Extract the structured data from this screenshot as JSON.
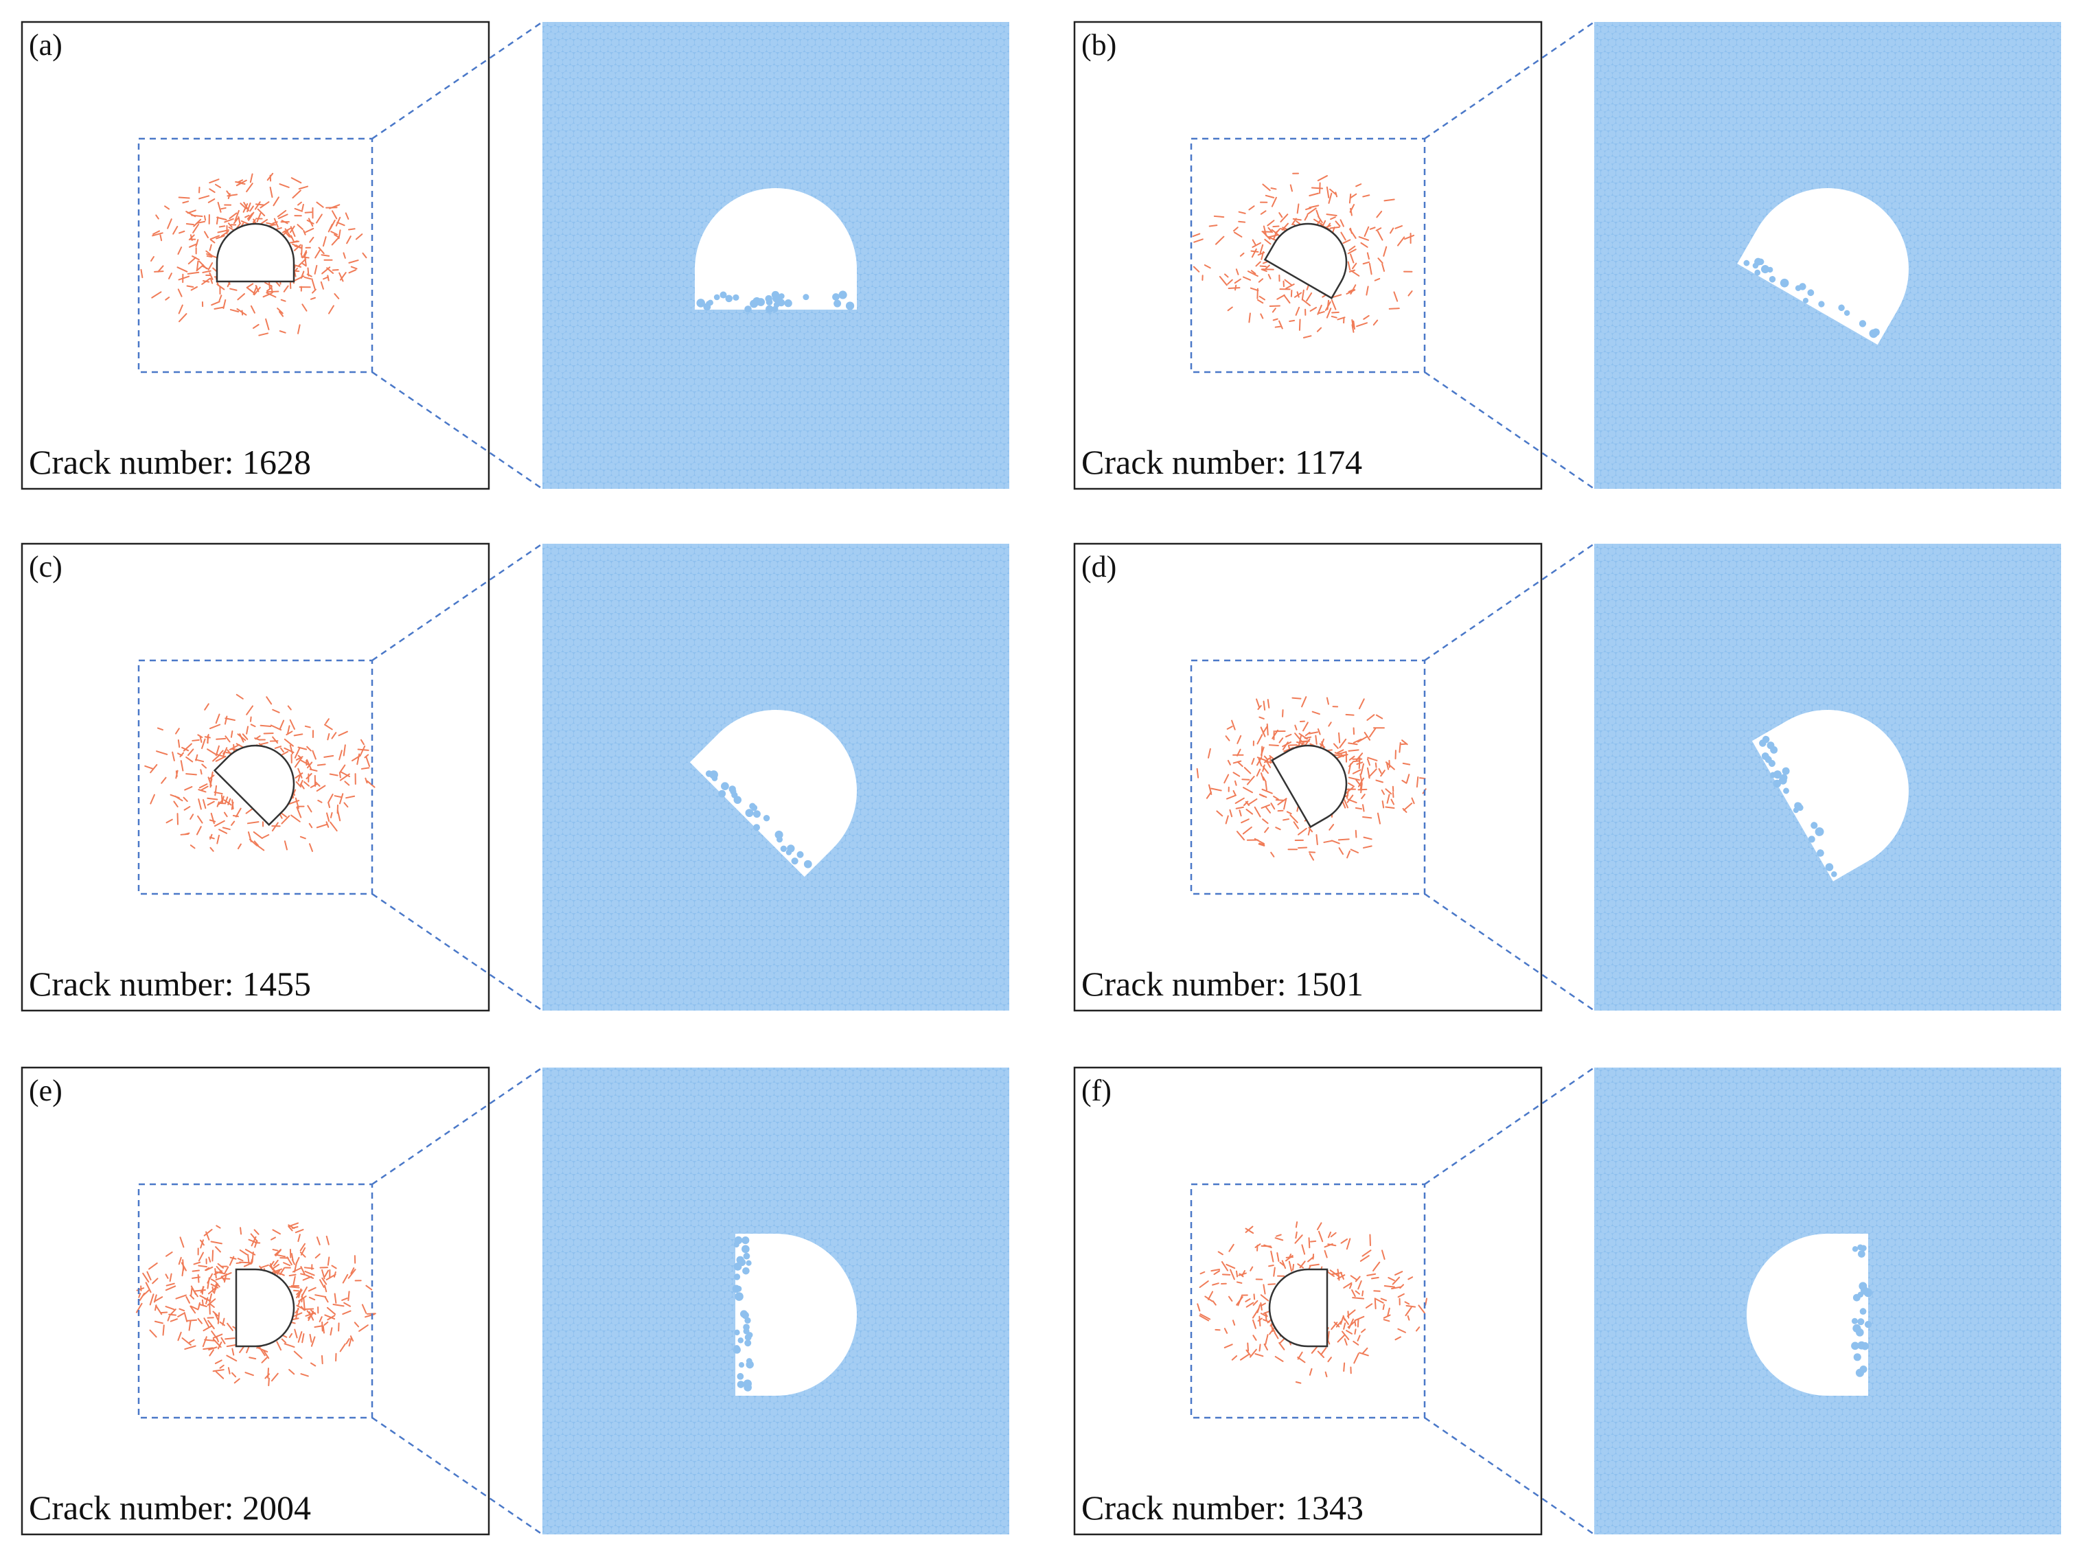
{
  "panels": [
    {
      "label": "(a)",
      "crack_text": "Crack number: 1628",
      "orientation_deg": 0,
      "crack_count": 1628
    },
    {
      "label": "(b)",
      "crack_text": "Crack number: 1174",
      "orientation_deg": 30,
      "crack_count": 1174
    },
    {
      "label": "(c)",
      "crack_text": "Crack number: 1455",
      "orientation_deg": 45,
      "crack_count": 1455
    },
    {
      "label": "(d)",
      "crack_text": "Crack number: 1501",
      "orientation_deg": 60,
      "crack_count": 1501
    },
    {
      "label": "(e)",
      "crack_text": "Crack number: 2004",
      "orientation_deg": 90,
      "crack_count": 2004
    },
    {
      "label": "(f)",
      "crack_text": "Crack number: 1343",
      "orientation_deg": 270,
      "crack_count": 1343
    }
  ],
  "colors": {
    "particles": "#8ec0ee",
    "cracks": "#f07b57",
    "zoom_lines": "#4a78c8",
    "frame": "#222222",
    "tunnel_outline": "#333333"
  }
}
